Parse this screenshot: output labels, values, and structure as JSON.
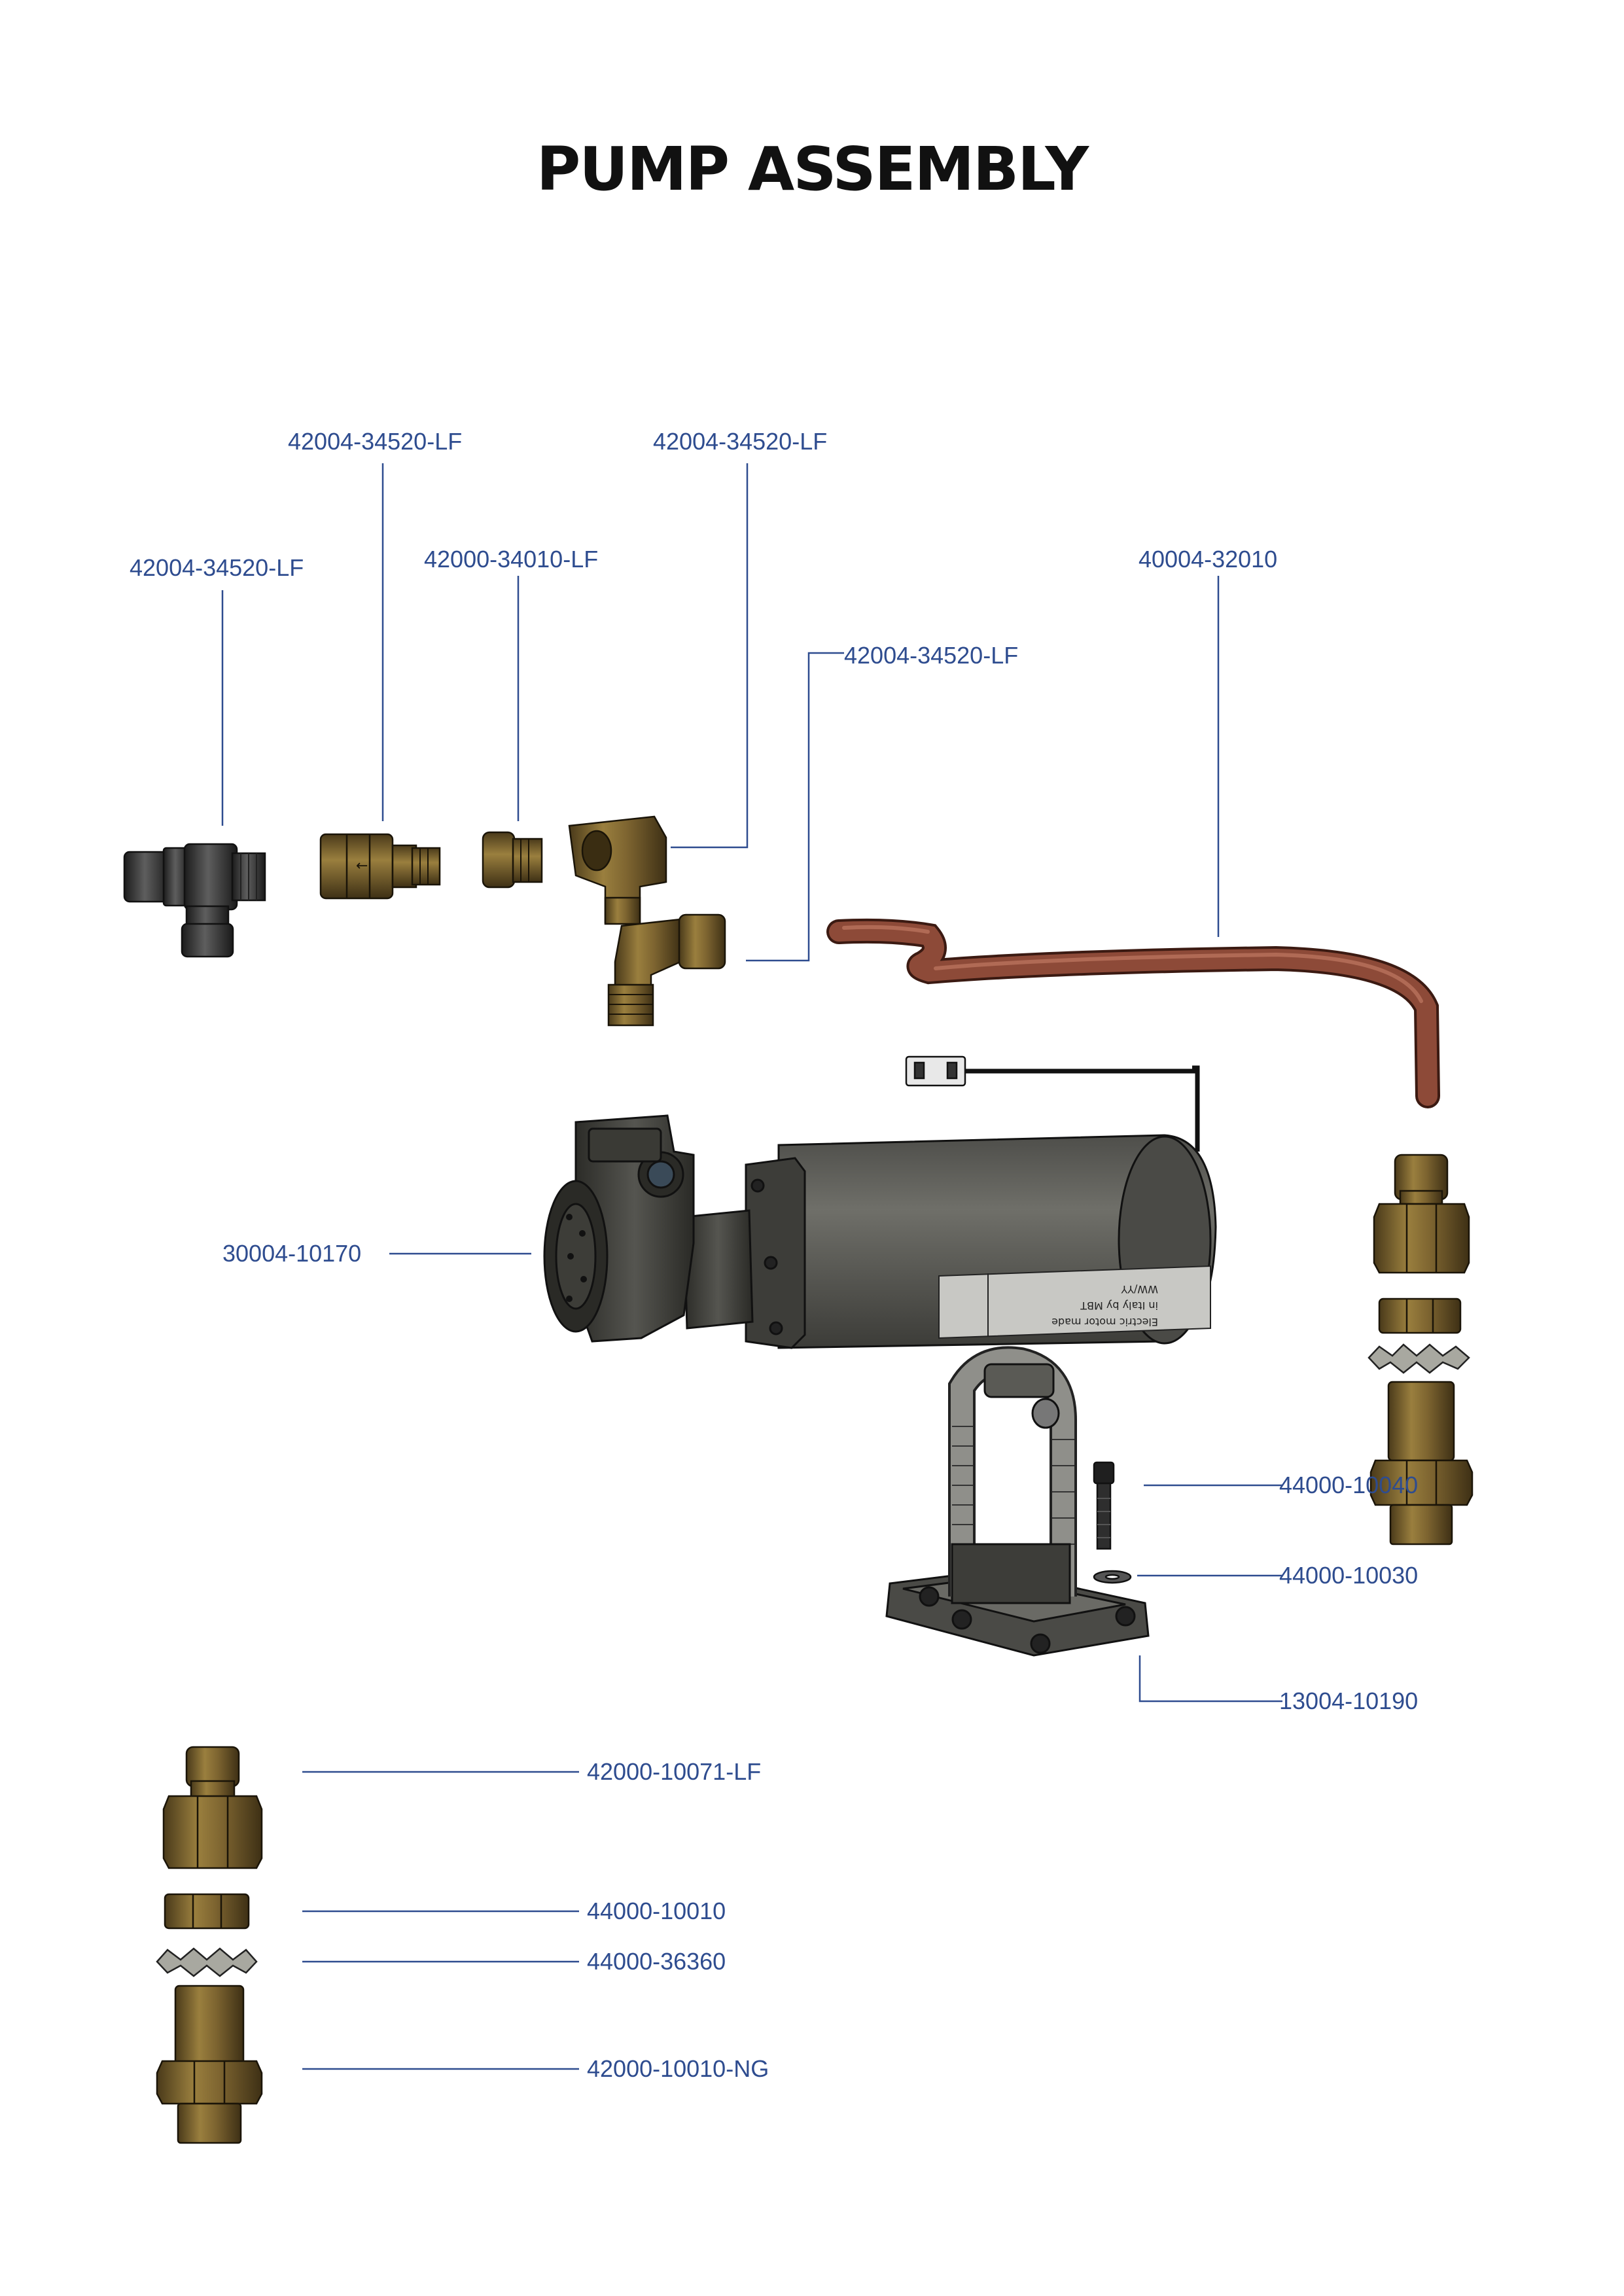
{
  "title": "PUMP ASSEMBLY",
  "accent_color": "#2e4c8f",
  "callouts": {
    "tee_fitting": "42004-34520-LF",
    "check_valve": "42004-34520-LF",
    "reducer_bushing": "42000-34010-LF",
    "elbow_upper": "42004-34520-LF",
    "elbow_lower": "42004-34520-LF",
    "tube": "40004-32010",
    "pump": "30004-10170",
    "screw": "44000-10040",
    "washer": "44000-10030",
    "bracket": "13004-10190",
    "compression_nut": "42000-10071-LF",
    "lock_nut": "44000-10010",
    "star_washer": "44000-36360",
    "bulkhead_fitting": "42000-10010-NG"
  },
  "pump_label_lines": [
    "Electric motor made",
    "in Italy by MBT",
    "WW/YY"
  ]
}
